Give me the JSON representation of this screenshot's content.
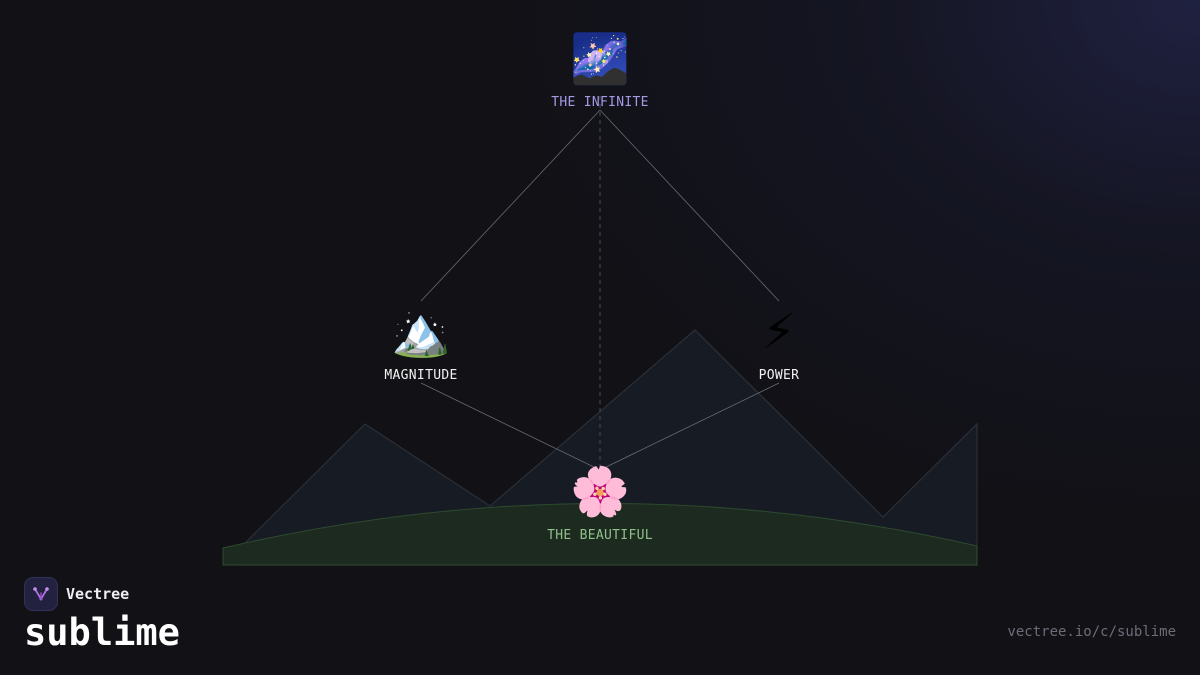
{
  "brand": {
    "name": "Vectree",
    "logo_icon": "vectree-logo-icon"
  },
  "page": {
    "title": "sublime",
    "url": "vectree.io/c/sublime"
  },
  "diagram": {
    "nodes": {
      "infinite": {
        "icon": "🌌",
        "icon_name": "milky-way-icon",
        "label": "THE INFINITE",
        "color": "#a39ae6"
      },
      "magnitude": {
        "icon": "🏔️",
        "icon_name": "snow-capped-mountain-icon",
        "label": "MAGNITUDE",
        "color": "#f2f2f2"
      },
      "power": {
        "icon": "⚡",
        "icon_name": "lightning-bolt-icon",
        "label": "POWER",
        "color": "#f2f2f2"
      },
      "beautiful": {
        "icon": "🌸",
        "icon_name": "cherry-blossom-icon",
        "label": "THE BEAUTIFUL",
        "color": "#8fc08a"
      }
    },
    "colors": {
      "connector": "#6a6a72",
      "mountains": "#171b23",
      "hill": "#1d2a1f"
    }
  }
}
